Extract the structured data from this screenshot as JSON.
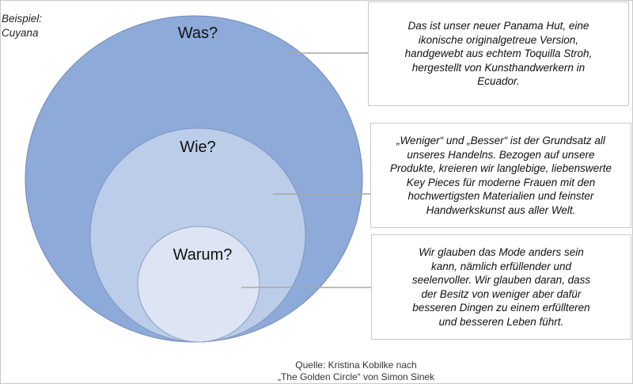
{
  "example": {
    "line1": "Beispiel:",
    "line2": "Cuyana"
  },
  "circles": {
    "outer": {
      "label": "Was?",
      "color": "#8eaad8"
    },
    "middle": {
      "label": "Wie?",
      "color": "#bccde9"
    },
    "inner": {
      "label": "Warum?",
      "color": "#dde5f4"
    }
  },
  "boxes": [
    {
      "lines": [
        "Das ist unser neuer Panama Hut, eine",
        "ikonische originalgetreue Version,",
        "handgewebt aus echtem Toquilla Stroh,",
        "hergestellt von Kunsthandwerkern in",
        "Ecuador."
      ]
    },
    {
      "lines": [
        "„Weniger“ und „Besser“ ist der Grundsatz all",
        "unseres Handelns. Bezogen auf unsere",
        "Produkte, kreieren wir langlebige, liebenswerte",
        "Key Pieces für moderne Frauen mit den",
        "hochwertigsten Materialien und feinster",
        "Handwerkskunst aus aller Welt."
      ]
    },
    {
      "lines": [
        "Wir glauben das Mode anders sein",
        "kann, nämlich erfüllender und",
        "seelenvoller. Wir glauben daran, dass",
        "der Besitz von weniger aber dafür",
        "besseren Dingen zu einem erfüllteren",
        "und besseren Leben führt."
      ]
    }
  ],
  "source": {
    "line1": "Quelle: Kristina Kobilke nach",
    "line2": "„The Golden Circle“ von Simon Sinek"
  }
}
